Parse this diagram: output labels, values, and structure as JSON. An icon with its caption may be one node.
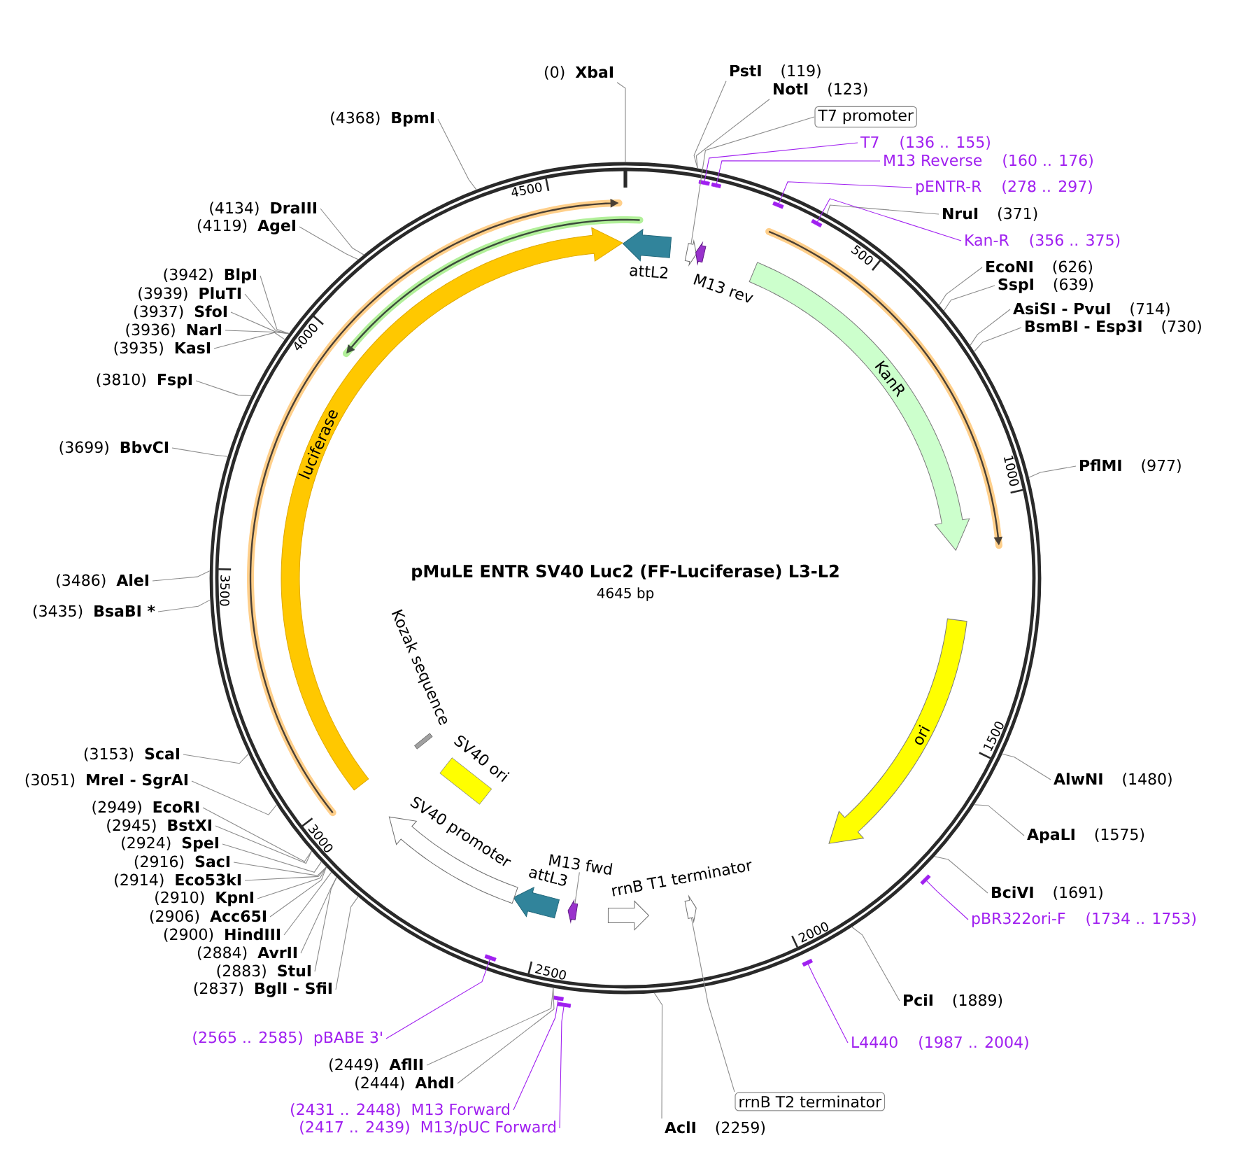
{
  "diagram": {
    "title": "pMuLE ENTR SV40 Luc2 (FF-Luciferase) L3-L2",
    "nodes": [
      {
        "text": [],
        "shape": "circle"
      },
      {
        "text": [],
        "shape": "arrow",
        "beside": [
          "attL2"
        ],
        "in": 0
      },
      {
        "text": [],
        "shape": "arrow",
        "in": 0
      },
      {
        "text": [],
        "shape": "arrow",
        "in": 0
      },
      {
        "text": [
          "KanR"
        ],
        "in": 0
      },
      {
        "text": [
          "ori"
        ],
        "in": 0
      },
      {
        "text": [],
        "shape": "arrow",
        "in": 0
      },
      {
        "text": [],
        "shape": "arrow",
        "beside": [
          "rrnB T1 terminator"
        ],
        "in": 0
      },
      {
        "text": [],
        "shape": "arrow",
        "in": 0
      },
      {
        "text": [
          "M13 fwd"
        ],
        "in": 0
      },
      {
        "text": [],
        "shape": "arrow",
        "beside": [
          "attL3"
        ],
        "in": 0
      },
      {
        "text": [],
        "shape": "arrow",
        "beside": [
          "SV40 promoter"
        ],
        "in": 0
      },
      {
        "text": [],
        "shape": "box",
        "beside": [
          "SV40 ori"
        ],
        "in": 0
      },
      {
        "text": [],
        "shape": "bar",
        "beside": [
          "Kozak sequence"
        ],
        "in": 0
      },
      {
        "text": [
          "luciferase"
        ],
        "in": 0
      },
      {
        "text": [],
        "shape": "bar",
        "in": 0
      },
      {
        "text": [],
        "shape": "bar",
        "in": 0
      },
      {
        "text": [],
        "shape": "bar",
        "in": 0
      },
      {
        "text": [],
        "shape": "bar",
        "in": 0
      },
      {
        "text": [],
        "shape": "bar"
      },
      {
        "text": [],
        "shape": "bar"
      },
      {
        "text": [],
        "shape": "bar"
      },
      {
        "text": [],
        "shape": "bar"
      },
      {
        "text": [],
        "shape": "bar",
        "in": 0
      },
      {
        "text": [
          "(0)",
          "XbaI"
        ]
      },
      {
        "text": [
          "PstI",
          "(119)"
        ]
      },
      {
        "text": [
          "NotI",
          "(123)"
        ]
      },
      {
        "text": [
          "T7 promoter"
        ]
      },
      {
        "text": [
          "T7",
          "(136 .. 155)"
        ]
      },
      {
        "text": [
          "M13 Reverse",
          "(160 .. 176)"
        ]
      },
      {
        "text": [
          "pENTR-R",
          "(278 .. 297)"
        ]
      },
      {
        "text": [
          "NruI",
          "(371)"
        ]
      },
      {
        "text": [
          "Kan-R",
          "(356 .. 375)"
        ]
      },
      {
        "text": [
          "EcoNI",
          "(626)"
        ]
      },
      {
        "text": [
          "SspI",
          "(639)"
        ]
      },
      {
        "text": [
          "AsiSI - PvuI",
          "(714)"
        ]
      },
      {
        "text": [
          "BsmBI - Esp3I",
          "(730)"
        ]
      },
      {
        "text": [
          "PflMI",
          "(977)"
        ]
      },
      {
        "text": [
          "AlwNI",
          "(1480)"
        ]
      },
      {
        "text": [
          "ApaLI",
          "(1575)"
        ]
      },
      {
        "text": [
          "BciVI",
          "(1691)"
        ]
      },
      {
        "text": [
          "pBR322ori-F",
          "(1734 .. 1753)"
        ]
      },
      {
        "text": [
          "PciI",
          "(1889)"
        ]
      },
      {
        "text": [
          "L4440",
          "(1987 .. 2004)"
        ]
      },
      {
        "text": [
          "rrnB T2 terminator"
        ]
      },
      {
        "text": [
          "AclI",
          "(2259)"
        ]
      },
      {
        "text": [
          "(2417 .. 2439)",
          "M13/pUC Forward"
        ]
      },
      {
        "text": [
          "(2431 .. 2448)",
          "M13 Forward"
        ]
      },
      {
        "text": [
          "(2444)",
          "AhdI"
        ]
      },
      {
        "text": [
          "(2449)",
          "AflII"
        ]
      },
      {
        "text": [
          "(2565 .. 2585)",
          "pBABE 3'"
        ]
      },
      {
        "text": [
          "(2837)",
          "BglI - SfiI"
        ]
      },
      {
        "text": [
          "(2883)",
          "StuI"
        ]
      },
      {
        "text": [
          "(2884)",
          "AvrII"
        ]
      },
      {
        "text": [
          "(2900)",
          "HindIII"
        ]
      },
      {
        "text": [
          "(2906)",
          "Acc65I"
        ]
      },
      {
        "text": [
          "(2910)",
          "KpnI"
        ]
      },
      {
        "text": [
          "(2914)",
          "Eco53kI"
        ]
      },
      {
        "text": [
          "(2916)",
          "SacI"
        ]
      },
      {
        "text": [
          "(2924)",
          "SpeI"
        ]
      },
      {
        "text": [
          "(2945)",
          "BstXI"
        ]
      },
      {
        "text": [
          "(2949)",
          "EcoRI"
        ]
      },
      {
        "text": [
          "(3051)",
          "MreI - SgrAI"
        ]
      },
      {
        "text": [
          "(3153)",
          "ScaI"
        ]
      },
      {
        "text": [
          "(3435)",
          "BsaBI *"
        ]
      },
      {
        "text": [
          "(3486)",
          "AleI"
        ]
      },
      {
        "text": [
          "(3699)",
          "BbvCI"
        ]
      },
      {
        "text": [
          "(3810)",
          "FspI"
        ]
      },
      {
        "text": [
          "(3935)",
          "KasI"
        ]
      },
      {
        "text": [
          "(3936)",
          "NarI"
        ]
      },
      {
        "text": [
          "(3937)",
          "SfoI"
        ]
      },
      {
        "text": [
          "(3939)",
          "PluTI"
        ]
      },
      {
        "text": [
          "(3942)",
          "BlpI"
        ]
      },
      {
        "text": [
          "(4119)",
          "AgeI"
        ]
      },
      {
        "text": [
          "(4134)",
          "DraIII"
        ]
      },
      {
        "text": [
          "(4368)",
          "BpmI"
        ]
      }
    ],
    "edges": [
      {
        "from": 9,
        "to": 8,
        "arrow": "none"
      },
      {
        "from": 24,
        "to": 0,
        "arrow": "none"
      },
      {
        "from": 25,
        "to": 0,
        "arrow": "none"
      },
      {
        "from": 26,
        "to": 0,
        "arrow": "none"
      },
      {
        "from": 27,
        "to": 2,
        "arrow": "none"
      },
      {
        "from": 28,
        "to": 15,
        "arrow": "none",
        "color": "#a020f0"
      },
      {
        "from": 29,
        "to": 16,
        "arrow": "none",
        "color": "#a020f0"
      },
      {
        "from": 30,
        "to": 17,
        "arrow": "none",
        "color": "#a020f0"
      },
      {
        "from": 31,
        "to": 0,
        "arrow": "none"
      },
      {
        "from": 32,
        "to": 18,
        "arrow": "none",
        "color": "#a020f0"
      },
      {
        "from": 33,
        "to": 0,
        "arrow": "none"
      },
      {
        "from": 34,
        "to": 0,
        "arrow": "none"
      },
      {
        "from": 35,
        "to": 0,
        "arrow": "none"
      },
      {
        "from": 36,
        "to": 0,
        "arrow": "none"
      },
      {
        "from": 37,
        "to": 0,
        "arrow": "none"
      },
      {
        "from": 38,
        "to": 0,
        "arrow": "none"
      },
      {
        "from": 39,
        "to": 0,
        "arrow": "none"
      },
      {
        "from": 40,
        "to": 0,
        "arrow": "none"
      },
      {
        "from": 41,
        "to": 19,
        "arrow": "none",
        "color": "#a020f0"
      },
      {
        "from": 42,
        "to": 0,
        "arrow": "none"
      },
      {
        "from": 43,
        "to": 20,
        "arrow": "none",
        "color": "#a020f0"
      },
      {
        "from": 44,
        "to": 6,
        "arrow": "none"
      },
      {
        "from": 45,
        "to": 0,
        "arrow": "none"
      },
      {
        "from": 46,
        "to": 22,
        "arrow": "none",
        "color": "#a020f0"
      },
      {
        "from": 47,
        "to": 21,
        "arrow": "none",
        "color": "#a020f0"
      },
      {
        "from": 48,
        "to": 0,
        "arrow": "none"
      },
      {
        "from": 49,
        "to": 0,
        "arrow": "none"
      },
      {
        "from": 50,
        "to": 23,
        "arrow": "none",
        "color": "#a020f0"
      },
      {
        "from": 51,
        "to": 0,
        "arrow": "none"
      },
      {
        "from": 52,
        "to": 0,
        "arrow": "none"
      },
      {
        "from": 53,
        "to": 0,
        "arrow": "none"
      },
      {
        "from": 54,
        "to": 0,
        "arrow": "none"
      },
      {
        "from": 55,
        "to": 0,
        "arrow": "none"
      },
      {
        "from": 56,
        "to": 0,
        "arrow": "none"
      },
      {
        "from": 57,
        "to": 0,
        "arrow": "none"
      },
      {
        "from": 58,
        "to": 0,
        "arrow": "none"
      },
      {
        "from": 59,
        "to": 0,
        "arrow": "none"
      },
      {
        "from": 60,
        "to": 0,
        "arrow": "none"
      },
      {
        "from": 61,
        "to": 0,
        "arrow": "none"
      },
      {
        "from": 62,
        "to": 0,
        "arrow": "none"
      },
      {
        "from": 63,
        "to": 0,
        "arrow": "none"
      },
      {
        "from": 64,
        "to": 0,
        "arrow": "none"
      },
      {
        "from": 65,
        "to": 0,
        "arrow": "none"
      },
      {
        "from": 66,
        "to": 0,
        "arrow": "none"
      },
      {
        "from": 67,
        "to": 0,
        "arrow": "none"
      },
      {
        "from": 68,
        "to": 0,
        "arrow": "none"
      },
      {
        "from": 69,
        "to": 0,
        "arrow": "none"
      },
      {
        "from": 70,
        "to": 0,
        "arrow": "none"
      },
      {
        "from": 71,
        "to": 0,
        "arrow": "none"
      },
      {
        "from": 72,
        "to": 0,
        "arrow": "none"
      },
      {
        "from": 73,
        "to": 0,
        "arrow": "none"
      },
      {
        "from": 74,
        "to": 0,
        "arrow": "none"
      },
      {
        "from": 75,
        "to": 0,
        "arrow": "none"
      }
    ],
    "labels": [
      "4645 bp",
      "M13 rev",
      "500",
      "1000",
      "1500",
      "2000",
      "2500",
      "3000",
      "3500",
      "4000",
      "4500"
    ]
  }
}
